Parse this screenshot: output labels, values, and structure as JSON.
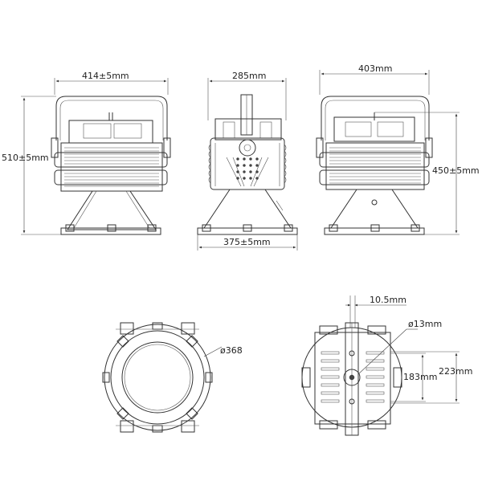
{
  "dimensions": {
    "front_width": "414±5mm",
    "front_height": "510±5mm",
    "side_top_width": "285mm",
    "side_base_width": "375±5mm",
    "back_width": "403mm",
    "back_height": "450±5mm",
    "bottom_diameter": "ø368",
    "top_bracket_width": "10.5mm",
    "top_hole": "ø13mm",
    "top_hole_spacing": "183mm",
    "top_bracket_height": "223mm"
  },
  "colors": {
    "line": "#333333",
    "background": "#ffffff"
  }
}
